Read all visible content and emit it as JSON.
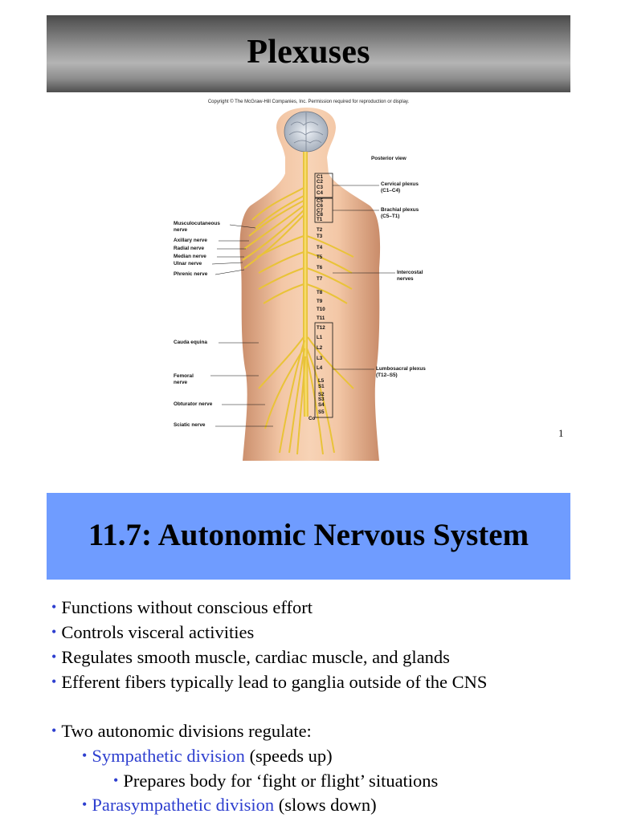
{
  "slide1": {
    "title": "Plexuses",
    "copyright": "Copyright © The McGraw-Hill Companies, Inc. Permission required for reproduction or display.",
    "figure": {
      "view_label": "Posterior view",
      "left_labels": {
        "musculocutaneous": "Musculocutaneous\nnerve",
        "axillary": "Axillary nerve",
        "radial": "Radial nerve",
        "median": "Median nerve",
        "ulnar": "Ulnar nerve",
        "phrenic": "Phrenic nerve",
        "cauda": "Cauda equina",
        "femoral": "Femoral\nnerve",
        "obturator": "Obturator nerve",
        "sciatic": "Sciatic nerve"
      },
      "right_labels": {
        "cervical": "Cervical plexus\n(C1–C4)",
        "brachial": "Brachial plexus\n(C5–T1)",
        "intercostal": "Intercostal\nnerves",
        "lumbosacral": "Lumbosacral plexus\n(T12–S5)"
      },
      "vertebrae": [
        "C1",
        "C2",
        "C3",
        "C4",
        "C5",
        "C6",
        "C7",
        "C8",
        "T1",
        "T2",
        "T3",
        "T4",
        "T5",
        "T6",
        "T7",
        "T8",
        "T9",
        "T10",
        "T11",
        "T12",
        "L1",
        "L2",
        "L3",
        "L4",
        "L5",
        "S1",
        "S2",
        "S3",
        "S4",
        "S5",
        "Co"
      ]
    },
    "page_number": "1"
  },
  "slide2": {
    "title": "11.7: Autonomic Nervous System",
    "bullets": [
      "Functions without conscious effort",
      "Controls visceral activities",
      "Regulates smooth muscle, cardiac muscle, and glands",
      "Efferent fibers typically lead to ganglia outside of the CNS"
    ],
    "divisions_intro": "Two autonomic divisions regulate:",
    "sympathetic": {
      "term": "Sympathetic division",
      "note": " (speeds up)",
      "sub": "Prepares body for ‘fight or flight’ situations"
    },
    "parasympathetic": {
      "term": "Parasympathetic division",
      "note": " (slows down)"
    },
    "bullet_symbol": "•",
    "accent_color": "#2e3fcf",
    "header_color": "#6f9cff"
  }
}
